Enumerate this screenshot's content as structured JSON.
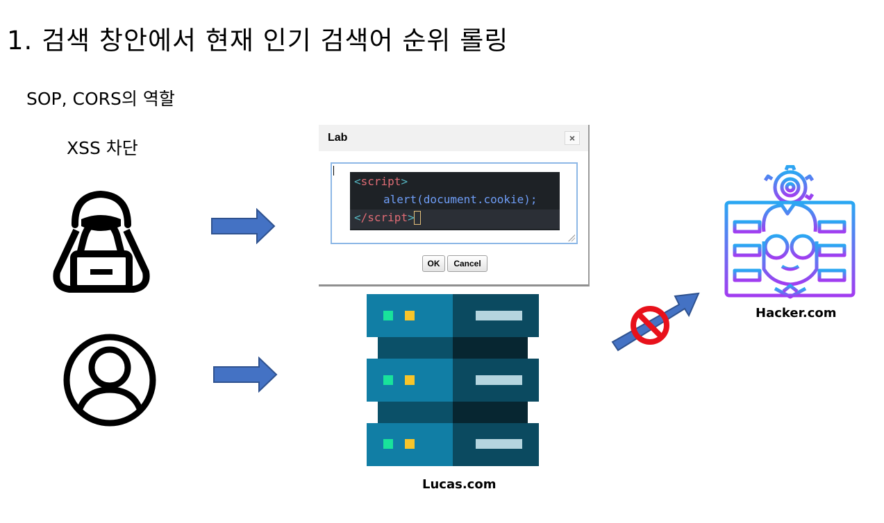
{
  "slide": {
    "title": "1. 검색 창안에서 현재 인기 검색어 순위 롤링",
    "subtitle": "SOP, CORS의 역할",
    "subtitle2": "XSS 차단"
  },
  "dialog": {
    "title": "Lab",
    "close_label": "×",
    "code": {
      "line1_open": "<",
      "line1_tag": "script",
      "line1_close": ">",
      "line2": "alert(document.cookie);",
      "line3_open": "<",
      "line3_tag": "/script",
      "line3_close": ">"
    },
    "ok_label": "OK",
    "cancel_label": "Cancel"
  },
  "labels": {
    "server": "Lucas.com",
    "hacker": "Hacker.com"
  },
  "colors": {
    "arrow_blue": "#4472c4",
    "block_red": "#e8111b",
    "server_teal": "#117ea5",
    "server_dark": "#0b4a60",
    "led_green": "#19e39b",
    "led_yellow": "#f7c52a",
    "hacker_gradient_top": "#2aa7f2",
    "hacker_gradient_bottom": "#a13cf0"
  },
  "icons": [
    "hacker-user-icon",
    "user-icon",
    "server-rack-icon",
    "hacker-developer-icon",
    "arrow-right-icon",
    "blocked-sign-icon"
  ]
}
